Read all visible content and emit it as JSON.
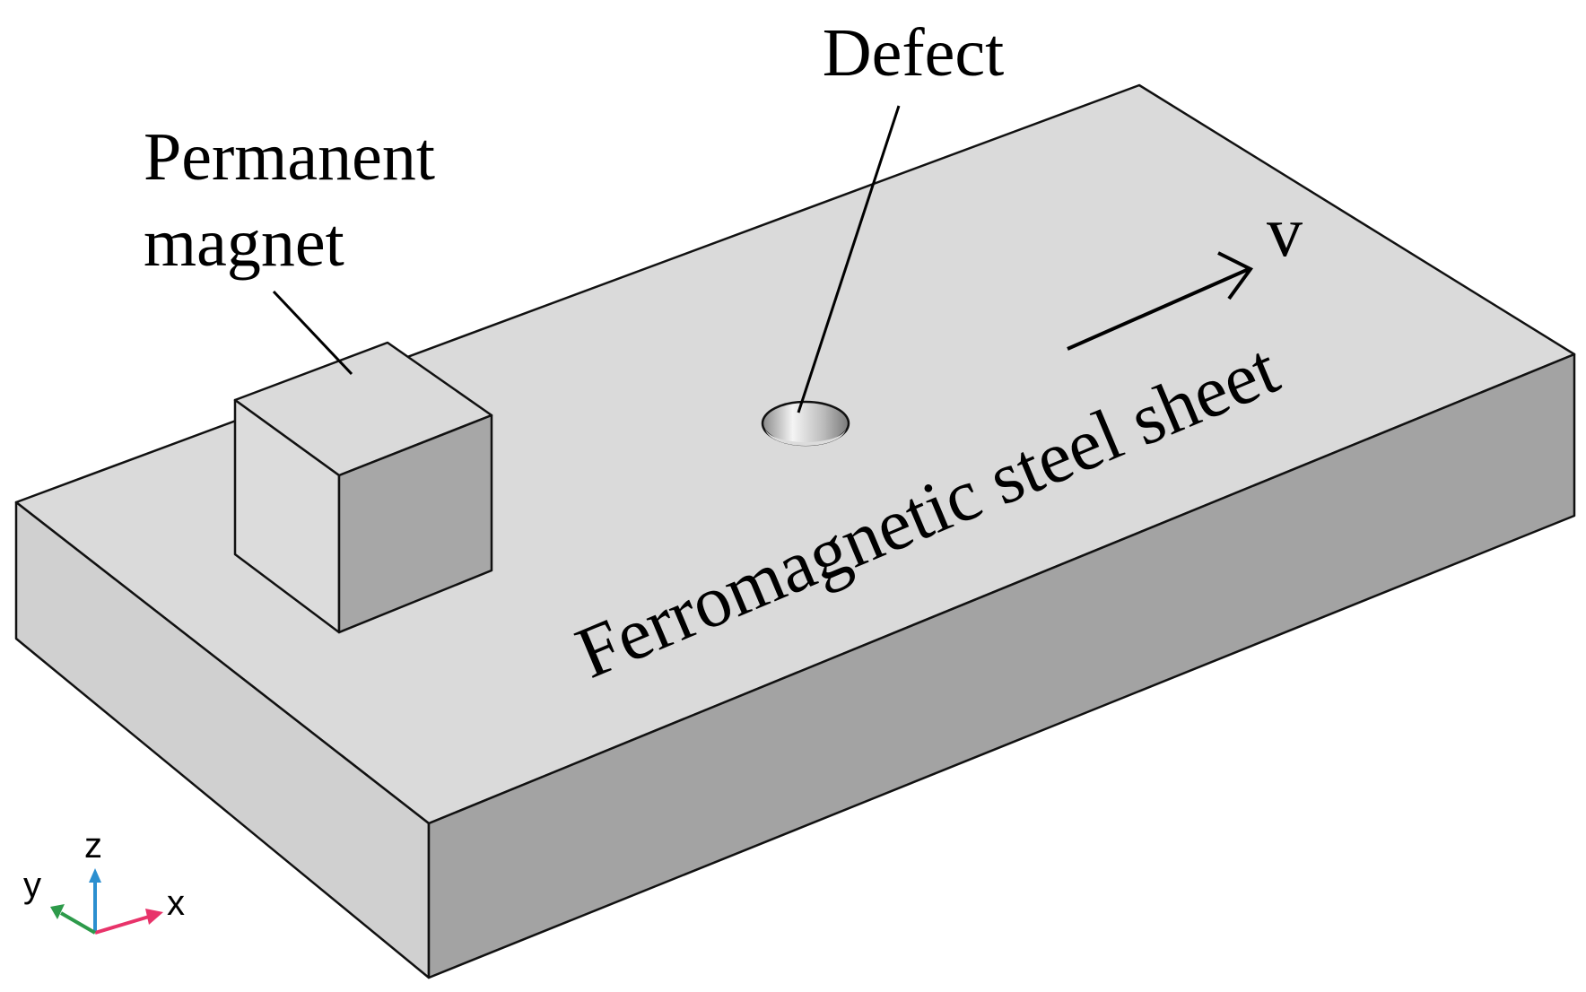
{
  "labels": {
    "defect": "Defect",
    "magnet_line1": "Permanent",
    "magnet_line2": "magnet",
    "velocity": "v",
    "sheet": "Ferromagnetic steel sheet"
  },
  "axes_triad": {
    "x": "x",
    "y": "y",
    "z": "z"
  },
  "colors": {
    "top_face": "#dadada",
    "front_face": "#a3a3a3",
    "side_face": "#d0d0d0",
    "magnet_front": "#dcdcdc",
    "magnet_right": "#a7a7a7",
    "outline": "#111111",
    "x_axis": "#e8336a",
    "y_axis": "#2d9a4a",
    "z_axis": "#2b8fd0"
  }
}
